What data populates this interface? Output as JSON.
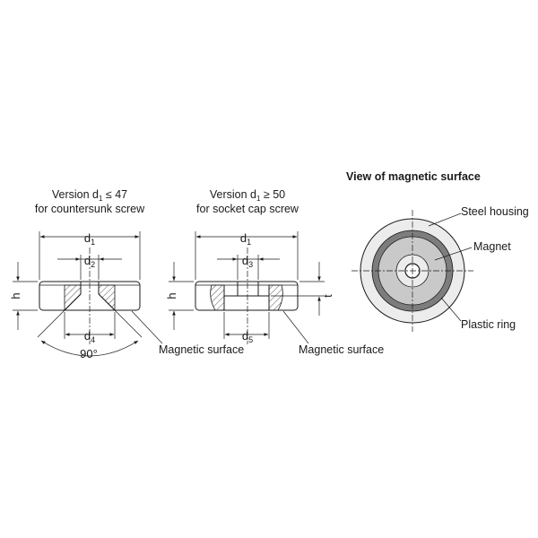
{
  "left_view": {
    "title_line1": "Version d",
    "title_sub": "1",
    "title_rest": " ≤ 47",
    "title_line2": "for countersunk screw",
    "d1": "d",
    "d1_sub": "1",
    "d2": "d",
    "d2_sub": "2",
    "d4": "d",
    "d4_sub": "4",
    "h": "h",
    "angle": "90°",
    "surface_label": "Magnetic surface"
  },
  "middle_view": {
    "title_line1": "Version d",
    "title_sub": "1",
    "title_rest": " ≥ 50",
    "title_line2": "for socket cap screw",
    "d1": "d",
    "d1_sub": "1",
    "d3": "d",
    "d3_sub": "3",
    "d5": "d",
    "d5_sub": "5",
    "h": "h",
    "t": "t",
    "surface_label": "Magnetic surface"
  },
  "right_view": {
    "title": "View of magnetic surface",
    "steel_housing": "Steel housing",
    "magnet": "Magnet",
    "plastic_ring": "Plastic ring"
  },
  "colors": {
    "line": "#1a1a1a",
    "housing_fill": "#ececec",
    "magnet_fill": "#c9c9c9",
    "ring_fill": "#7d7d7d",
    "hatch": "#555555"
  }
}
